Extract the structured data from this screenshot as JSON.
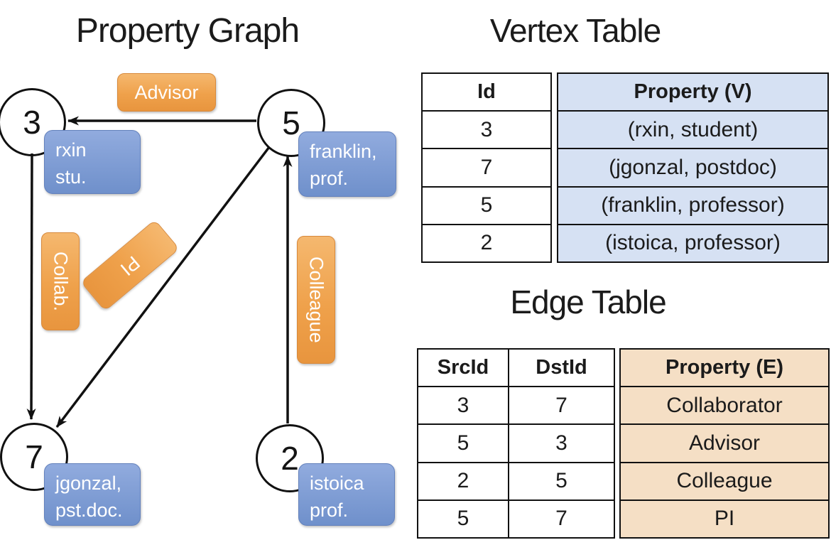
{
  "titles": {
    "graph": "Property Graph",
    "vertex_table": "Vertex Table",
    "edge_table": "Edge Table"
  },
  "colors": {
    "orange-light": "#f5b86f",
    "orange-mid": "#efa14b",
    "orange-dark": "#e8953e",
    "blue-light": "#91abde",
    "blue-dark": "#6f90cb",
    "table-blue": "#d6e1f3",
    "table-tan": "#f5dfc5"
  },
  "graph": {
    "nodes": {
      "n3": {
        "id": "3",
        "line1": "rxin",
        "line2": "stu."
      },
      "n5": {
        "id": "5",
        "line1": "franklin,",
        "line2": "prof."
      },
      "n7": {
        "id": "7",
        "line1": "jgonzal,",
        "line2": "pst.doc."
      },
      "n2": {
        "id": "2",
        "line1": "istoica",
        "line2": "prof."
      }
    },
    "edge_labels": {
      "advisor": "Advisor",
      "collab": "Collab.",
      "pi": "PI",
      "colleague": "Colleague"
    },
    "edges": [
      {
        "from": "5",
        "to": "3",
        "label": "Advisor"
      },
      {
        "from": "3",
        "to": "7",
        "label": "Collab."
      },
      {
        "from": "5",
        "to": "7",
        "label": "PI"
      },
      {
        "from": "2",
        "to": "5",
        "label": "Colleague"
      }
    ]
  },
  "vertex_table": {
    "columns": {
      "id": "Id",
      "property": "Property (V)"
    },
    "rows": [
      {
        "id": "3",
        "property": "(rxin, student)"
      },
      {
        "id": "7",
        "property": "(jgonzal, postdoc)"
      },
      {
        "id": "5",
        "property": "(franklin, professor)"
      },
      {
        "id": "2",
        "property": "(istoica, professor)"
      }
    ]
  },
  "edge_table": {
    "columns": {
      "src": "SrcId",
      "dst": "DstId",
      "property": "Property (E)"
    },
    "rows": [
      {
        "src": "3",
        "dst": "7",
        "property": "Collaborator"
      },
      {
        "src": "5",
        "dst": "3",
        "property": "Advisor"
      },
      {
        "src": "2",
        "dst": "5",
        "property": "Colleague"
      },
      {
        "src": "5",
        "dst": "7",
        "property": "PI"
      }
    ]
  }
}
